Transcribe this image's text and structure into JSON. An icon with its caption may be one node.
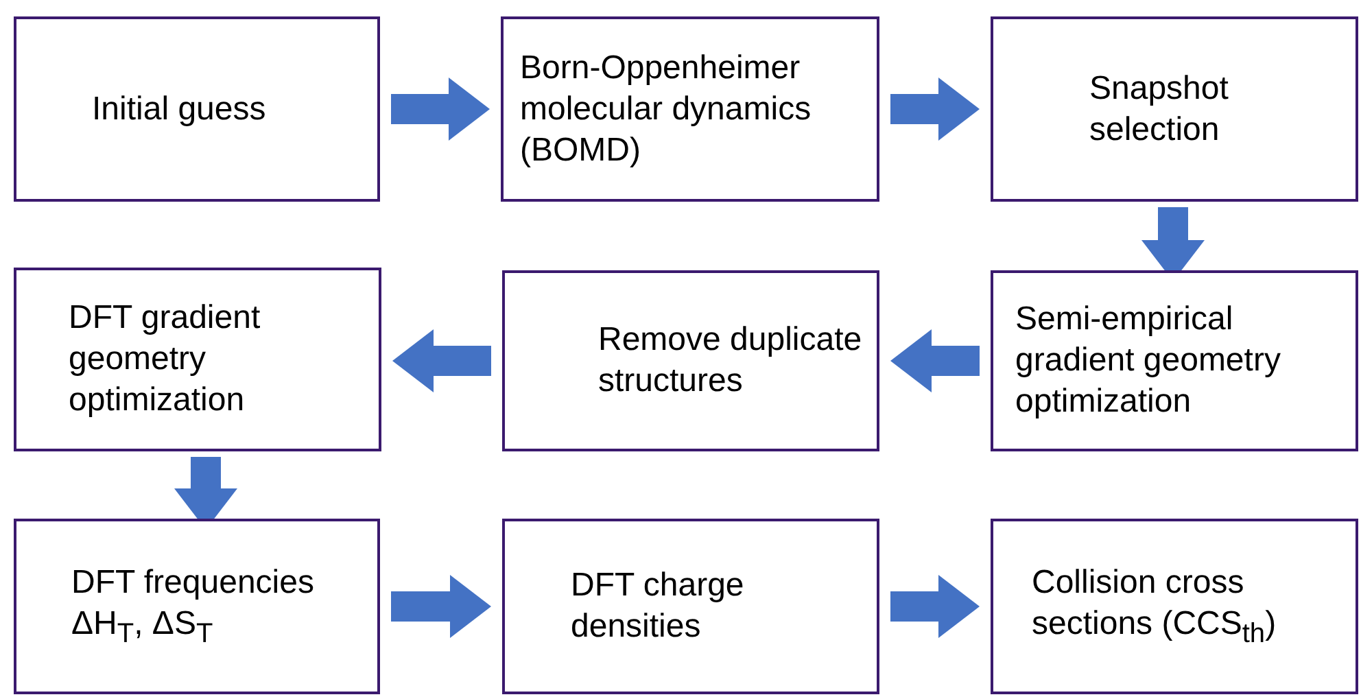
{
  "diagram": {
    "nodes": [
      {
        "text": [
          "Initial guess"
        ]
      },
      {
        "text": [
          "Born-Oppenheimer molecular dynamics (BOMD)"
        ]
      },
      {
        "text": [
          "Snapshot selection"
        ]
      },
      {
        "text": [
          "DFT gradient geometry optimization"
        ]
      },
      {
        "text": [
          "Remove duplicate structures"
        ]
      },
      {
        "text": [
          "Semi-empirical gradient geometry optimization"
        ]
      },
      {
        "text": [
          "DFT frequencies ΔH$_{T}$, ΔS$_{T}$"
        ]
      },
      {
        "text": [
          "DFT charge densities"
        ]
      },
      {
        "text": [
          "Collision cross sections (CCS$_{th}$)"
        ]
      }
    ],
    "edges": [
      {
        "from": 0,
        "to": 1,
        "arrow": "to"
      },
      {
        "from": 1,
        "to": 2,
        "arrow": "to"
      },
      {
        "from": 2,
        "to": 5,
        "arrow": "to"
      },
      {
        "from": 5,
        "to": 4,
        "arrow": "to"
      },
      {
        "from": 4,
        "to": 3,
        "arrow": "to"
      },
      {
        "from": 3,
        "to": 6,
        "arrow": "to"
      },
      {
        "from": 6,
        "to": 7,
        "arrow": "to"
      },
      {
        "from": 7,
        "to": 8,
        "arrow": "to"
      }
    ]
  }
}
